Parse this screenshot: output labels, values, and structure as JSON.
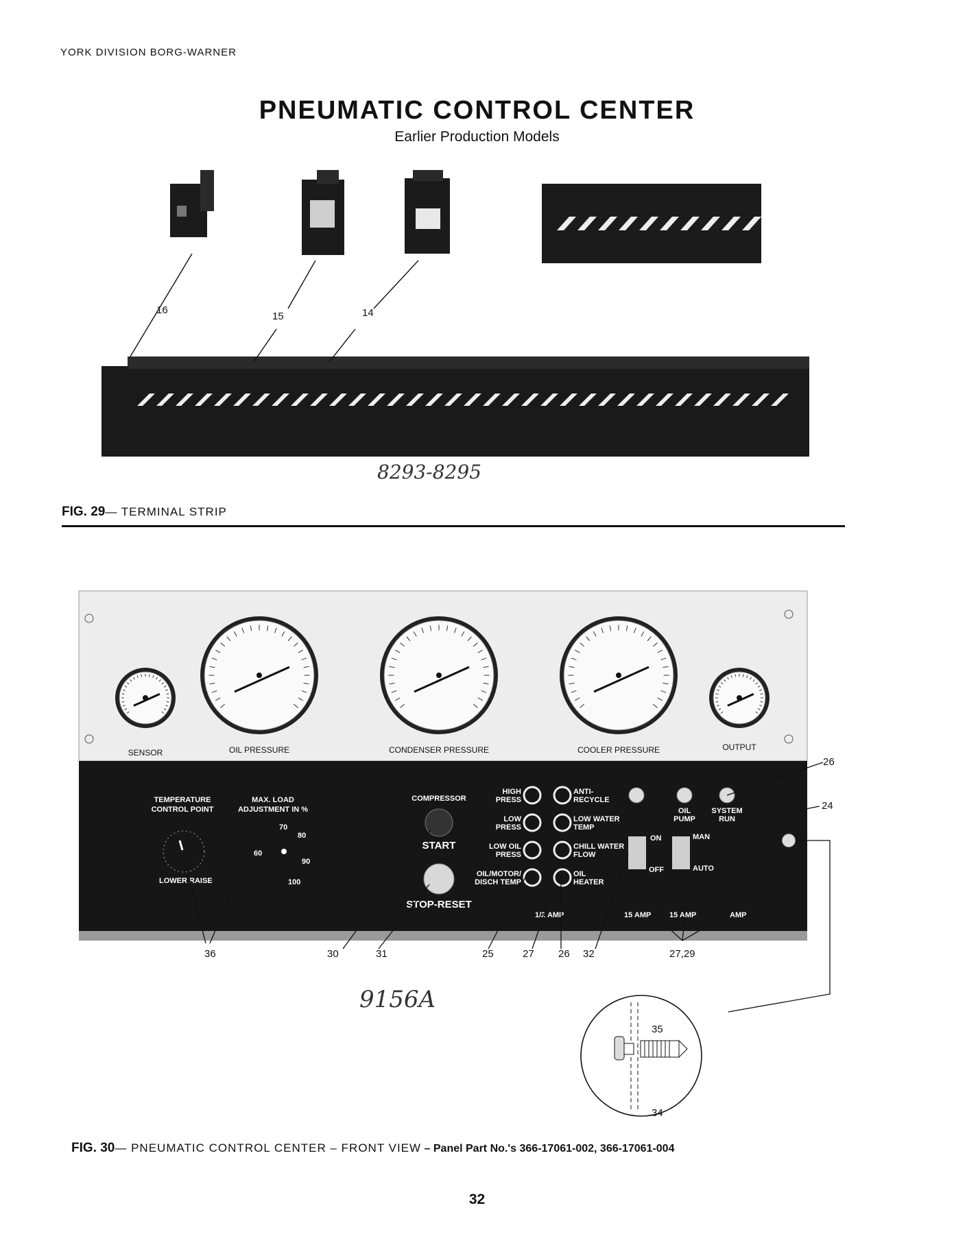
{
  "header": "YORK DIVISION   BORG-WARNER",
  "title": "PNEUMATIC CONTROL CENTER",
  "subtitle": "Earlier Production Models",
  "fig29": {
    "num": "FIG. 29",
    "caption": "— TERMINAL STRIP",
    "callouts": [
      "16",
      "15",
      "14"
    ],
    "handwritten": "8293-8295"
  },
  "fig30": {
    "num": "FIG. 30",
    "caption": "— PNEUMATIC CONTROL CENTER – FRONT VIEW",
    "parts": " – Panel Part No.'s 366-17061-002, 366-17061-004",
    "handwritten": "9156A",
    "gauges": [
      "SENSOR",
      "OIL  PRESSURE",
      "CONDENSER  PRESSURE",
      "COOLER  PRESSURE",
      "OUTPUT"
    ],
    "panel": {
      "temp_ctrl": [
        "TEMPERATURE",
        "CONTROL POINT"
      ],
      "max_load": [
        "MAX. LOAD",
        "ADJUSTMENT IN %"
      ],
      "lower": "LOWER",
      "raise": "RAISE",
      "compressor": "COMPRESSOR",
      "start": "START",
      "stop_reset": "STOP-RESET",
      "lights_left": [
        [
          "HIGH",
          "PRESS"
        ],
        [
          "LOW",
          "PRESS"
        ],
        [
          "LOW OIL",
          "PRESS"
        ],
        [
          "OIL/MOTOR/",
          "DISCH TEMP"
        ]
      ],
      "lights_right": [
        [
          "ANTI-",
          "RECYCLE"
        ],
        [
          "LOW WATER",
          "TEMP"
        ],
        [
          "CHILL WATER",
          "FLOW"
        ],
        [
          "OIL",
          "HEATER"
        ]
      ],
      "oil_pump": [
        "OIL",
        "PUMP"
      ],
      "system_run": [
        "SYSTEM",
        "RUN"
      ],
      "on": "ON",
      "off": "OFF",
      "man": "MAN",
      "auto": "AUTO",
      "fuse_half": "1/2 AMP",
      "fuse_15a": "15 AMP",
      "fuse_15b": "15 AMP",
      "fuse_amp": "AMP",
      "load_ticks": [
        "60",
        "70",
        "80",
        "90",
        "100"
      ]
    },
    "callouts": [
      "36",
      "30",
      "31",
      "25",
      "27",
      "26",
      "32",
      "27,29",
      "26",
      "24",
      "35",
      "34"
    ]
  },
  "page_number": "32"
}
